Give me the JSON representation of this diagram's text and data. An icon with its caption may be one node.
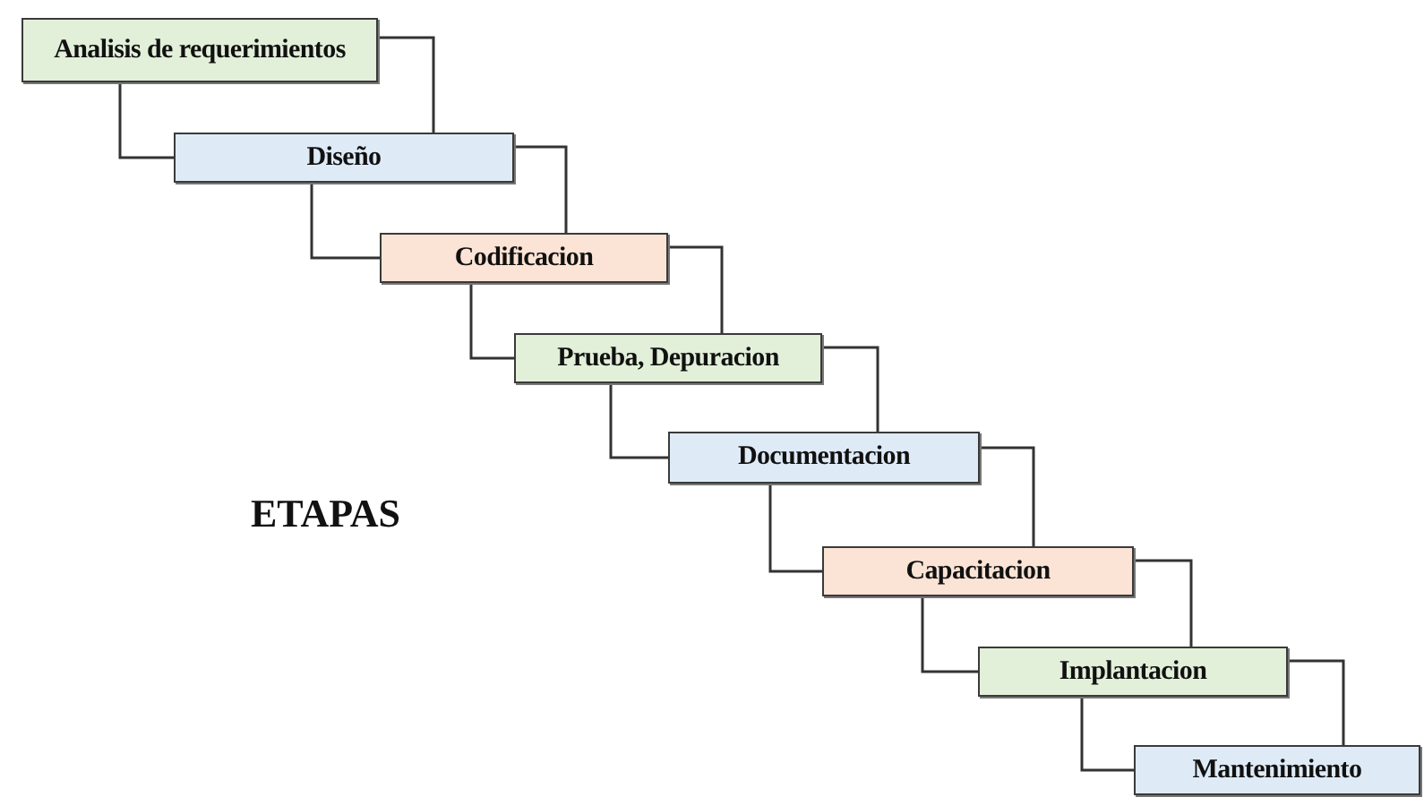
{
  "diagram": {
    "nodes": [
      {
        "text": [
          "Analisis de requerimientos"
        ]
      },
      {
        "text": [
          "Diseño"
        ]
      },
      {
        "text": [
          "Codificacion"
        ]
      },
      {
        "text": [
          "Prueba, Depuracion"
        ]
      },
      {
        "text": [
          "Documentacion"
        ]
      },
      {
        "text": [
          "Capacitacion"
        ]
      },
      {
        "text": [
          "Implantacion"
        ]
      },
      {
        "text": [
          "Mantenimiento"
        ]
      }
    ],
    "edges": [
      {
        "from": 0,
        "to": 1,
        "arrow": "none"
      },
      {
        "from": 0,
        "to": 1,
        "arrow": "none"
      },
      {
        "from": 1,
        "to": 2,
        "arrow": "none"
      },
      {
        "from": 1,
        "to": 2,
        "arrow": "none"
      },
      {
        "from": 2,
        "to": 3,
        "arrow": "none"
      },
      {
        "from": 2,
        "to": 3,
        "arrow": "none"
      },
      {
        "from": 3,
        "to": 4,
        "arrow": "none"
      },
      {
        "from": 3,
        "to": 4,
        "arrow": "none"
      },
      {
        "from": 4,
        "to": 5,
        "arrow": "none"
      },
      {
        "from": 4,
        "to": 5,
        "arrow": "none"
      },
      {
        "from": 5,
        "to": 6,
        "arrow": "none"
      },
      {
        "from": 5,
        "to": 6,
        "arrow": "none"
      },
      {
        "from": 6,
        "to": 7,
        "arrow": "none"
      },
      {
        "from": 6,
        "to": 7,
        "arrow": "none"
      }
    ],
    "labels": [
      "ETAPAS"
    ]
  }
}
